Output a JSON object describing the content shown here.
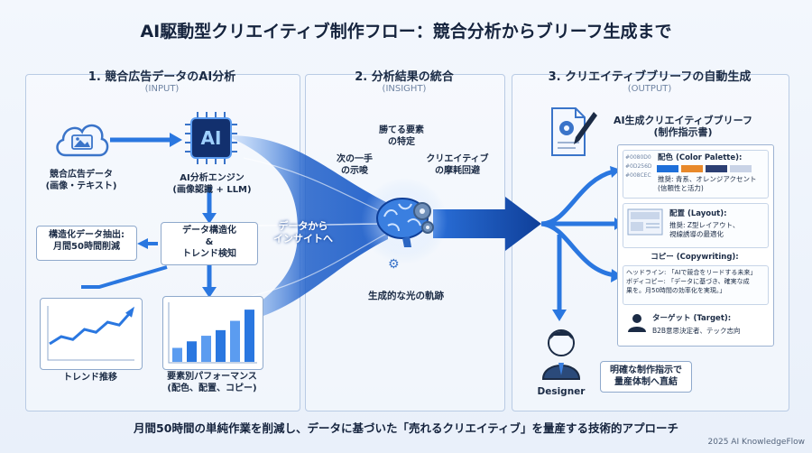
{
  "title": "AI駆動型クリエイティブ制作フロー：競合分析からブリーフ生成まで",
  "panels": {
    "p1": {
      "title": "1. 競合広告データのAI分析",
      "sub": "(INPUT)"
    },
    "p2": {
      "title": "2. 分析結果の統合",
      "sub": "(INSIGHT)"
    },
    "p3": {
      "title": "3. クリエイティブブリーフの自動生成",
      "sub": "(OUTPUT)"
    }
  },
  "input": {
    "cloud_label_1": "競合広告データ",
    "cloud_label_2": "(画像・テキスト)",
    "chip_text": "AI",
    "engine_label_1": "AI分析エンジン",
    "engine_label_2": "(画像認識 + LLM)",
    "extract_1": "構造化データ抽出:",
    "extract_2": "月間50時間削減",
    "struct_1": "データ構造化",
    "struct_2": "&",
    "struct_3": "トレンド検知",
    "trend_label": "トレンド推移",
    "perf_label_1": "要素別パフォーマンス",
    "perf_label_2": "(配色、配置、コピー)"
  },
  "insight": {
    "flow_label_1": "データから",
    "flow_label_2": "インサイトへ",
    "k1_1": "勝てる要素",
    "k1_2": "の特定",
    "k2_1": "次の一手",
    "k2_2": "の示唆",
    "k3_1": "クリエイティブ",
    "k3_2": "の摩耗回避",
    "light_label": "生成的な光の軌跡"
  },
  "output": {
    "brief_title_1": "AI生成クリエイティブブリーフ",
    "brief_title_2": "(制作指示書)",
    "palette": {
      "hex1": "#0080D0",
      "hex2": "#0D256D",
      "hex3": "#008CEC",
      "heading": "配色 (Color Palette):",
      "rec_1": "推奨: 青系、オレンジアクセント",
      "rec_2": "(信頼性と活力)",
      "swatches": [
        "#1e6fd9",
        "#e8892b",
        "#2c3f73",
        "#c9d3e6"
      ]
    },
    "layout": {
      "heading": "配置 (Layout):",
      "rec_1": "推奨: Z型レイアウト、",
      "rec_2": "視線誘導の最適化"
    },
    "copy": {
      "heading": "コピー (Copywriting):",
      "head": "ヘッドライン: 「AIで競合をリードする未来」",
      "body_1": "ボディコピー: 「データに基づき、確実な成",
      "body_2": "果を。月50時間の効率化を実現。」"
    },
    "target": {
      "heading": "ターゲット (Target):",
      "value": "B2B意思決定者、テック志向"
    },
    "designer_label": "Designer",
    "instruction_1": "明確な制作指示で",
    "instruction_2": "量産体制へ直結"
  },
  "footer": "月間50時間の単純作業を削減し、データに基づいた「売れるクリエイティブ」を量産する技術的アプローチ",
  "copyright": "2025 AI KnowledgeFlow",
  "charts": {
    "trend_values": [
      2,
      3,
      2.6,
      4,
      3.6,
      5,
      4.6,
      6.4
    ],
    "perf_values": [
      1.5,
      2.2,
      2.8,
      3.4,
      4.4,
      5.6
    ]
  },
  "colors": {
    "accent": "#1e6fd9",
    "dark": "#15233d",
    "orange": "#e8892b"
  }
}
